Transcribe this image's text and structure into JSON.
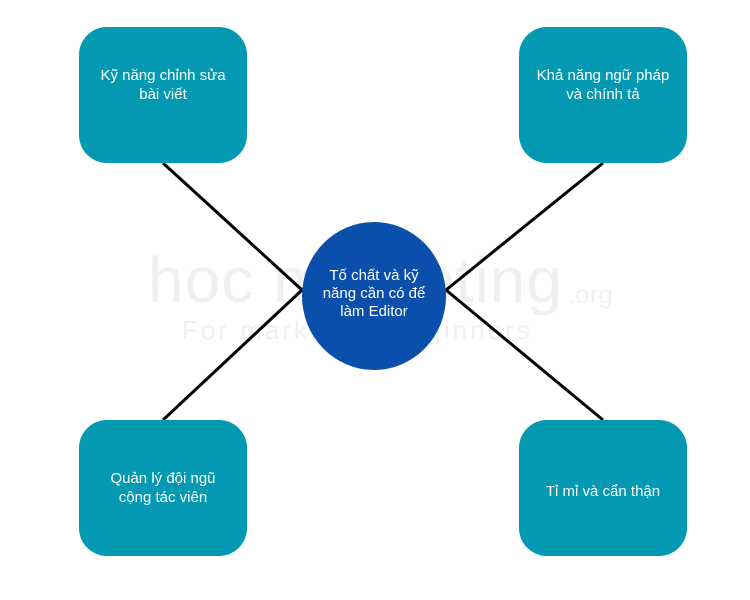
{
  "watermark": {
    "main": "hoc  marketing",
    "ext": ".org",
    "tagline": "For marketing beginners"
  },
  "center": {
    "label": "Tố chất và kỹ năng cần có để làm Editor"
  },
  "nodes": {
    "top_left": "Kỹ năng chỉnh sửa bài viết",
    "top_right": "Khả năng ngữ pháp và chính tả",
    "bottom_left": "Quản lý đội ngũ cộng tác viên",
    "bottom_right": "Tỉ mỉ và cẩn thận"
  },
  "colors": {
    "node": "#0399b2",
    "center": "#0b4fac",
    "connector": "#000000"
  }
}
